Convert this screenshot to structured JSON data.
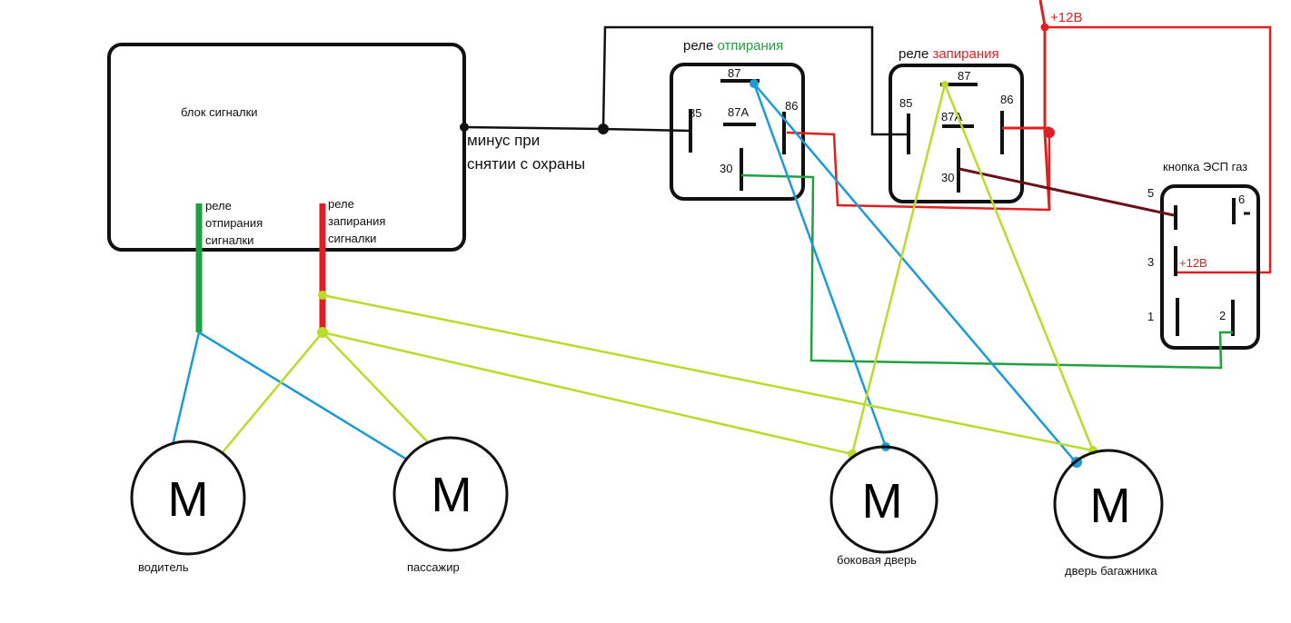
{
  "alarm_unit": {
    "title": "блок сигналки",
    "disarm_output": [
      "минус при",
      "снятии с охраны"
    ],
    "unlock_relay_wire": [
      "реле",
      "отпирания",
      "сигналки"
    ],
    "lock_relay_wire": [
      "реле",
      "запирания",
      "сигналки"
    ]
  },
  "relay_unlock": {
    "title_prefix": "реле ",
    "title_colored": "отпирания",
    "pins": {
      "p87": "87",
      "p85": "85",
      "p87a": "87A",
      "p86": "86",
      "p30": "30"
    }
  },
  "relay_lock": {
    "title_prefix": "реле ",
    "title_colored": "запирания",
    "pins": {
      "p87": "87",
      "p85": "85",
      "p87a": "87A",
      "p86": "86",
      "p30": "30"
    }
  },
  "power": {
    "label": "+12В"
  },
  "esp_button": {
    "title": "кнопка ЭСП газ",
    "pins": {
      "p5": "5",
      "p6": "6",
      "p3": "3",
      "p1": "1",
      "p2": "2"
    },
    "power_label": "+12В",
    "minus_mark": "-"
  },
  "motors": [
    {
      "symbol": "M",
      "label": "водитель"
    },
    {
      "symbol": "M",
      "label": "пассажир"
    },
    {
      "symbol": "M",
      "label": "боковая дверь"
    },
    {
      "symbol": "M",
      "label": "дверь багажника"
    }
  ],
  "colors": {
    "black": "#111111",
    "red": "#e02020",
    "green": "#20a040",
    "blue": "#1b9ad6",
    "lime": "#b8dc2a",
    "maroon": "#6b0f1a"
  }
}
